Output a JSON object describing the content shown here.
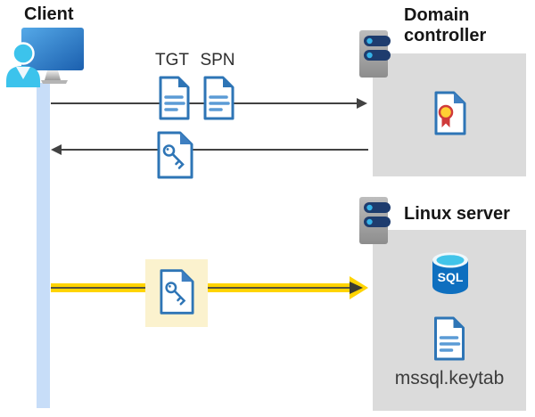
{
  "nodes": {
    "client": {
      "label": "Client"
    },
    "domain_controller": {
      "label": "Domain controller"
    },
    "linux_server": {
      "label": "Linux server"
    }
  },
  "tickets": {
    "tgt_label": "TGT",
    "spn_label": "SPN"
  },
  "files": {
    "keytab_label": "mssql.keytab"
  },
  "database": {
    "label": "SQL"
  },
  "icons": {
    "client": "client-workstation-icon",
    "server": "server-icon",
    "document": "document-icon",
    "key_ticket": "key-ticket-icon",
    "certificate": "certificate-icon",
    "sql_database": "sql-database-icon"
  },
  "colors": {
    "accent-blue": "#2e75b6",
    "doc-line-blue": "#5b9bd5",
    "timeline-blue": "#c7ddf8",
    "person-cyan": "#3cc3ec",
    "box-gray": "#dbdbdb",
    "arrow-gray": "#424242",
    "yellow-arrow": "#ffd400",
    "highlight-yellow": "#fbf2ce",
    "sql-blue": "#0e6fbf",
    "sql-top-cyan": "#41c4e9",
    "cert-red": "#cf3a3a",
    "cert-yellow": "#ffd033",
    "server-slot-navy": "#1e3c6e",
    "server-dot-cyan": "#35b3e8"
  }
}
